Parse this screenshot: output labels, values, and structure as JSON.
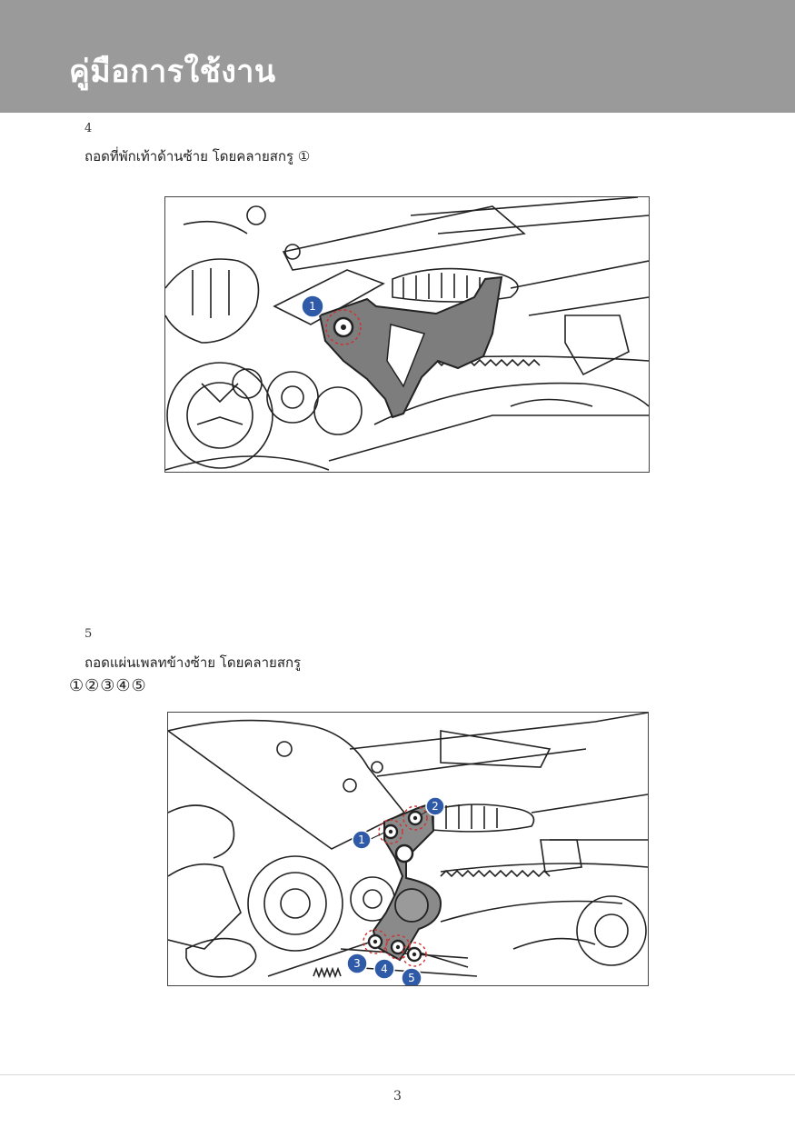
{
  "header": {
    "title": "คู่มือการใช้งาน"
  },
  "steps": [
    {
      "number": "4",
      "text": "ถอดที่พักเท้าด้านซ้าย โดยคลายสกรู ①"
    },
    {
      "number": "5",
      "text": "ถอดแผ่นเพลทข้างซ้าย โดยคลายสกรู",
      "text_line2": "①②③④⑤"
    }
  ],
  "figure1": {
    "callouts": [
      "1"
    ]
  },
  "figure2": {
    "callouts": [
      "1",
      "2",
      "3",
      "4",
      "5"
    ]
  },
  "footer": {
    "page_number": "3"
  },
  "colors": {
    "header_bg": "#9a9a9a",
    "callout_blue": "#2f5aa8",
    "highlight_part": "#7d7d7d",
    "screw_ring": "#d03030"
  }
}
